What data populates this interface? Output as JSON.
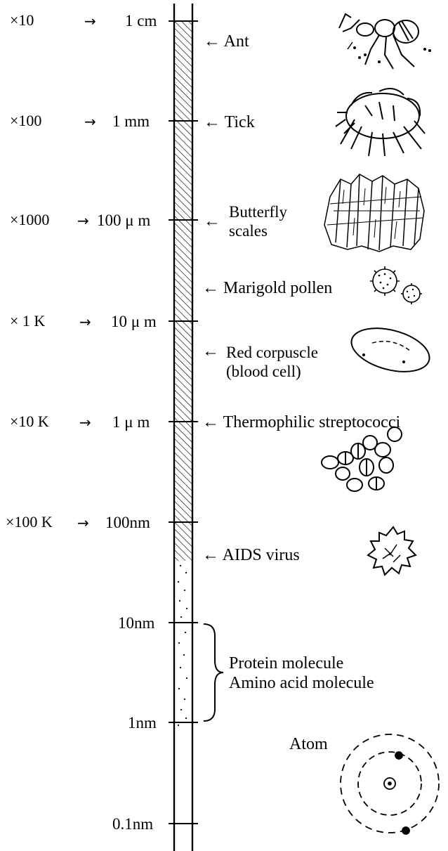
{
  "rows": [
    {
      "mag": "×10",
      "arrow": "→",
      "size": "1 cm"
    },
    {
      "mag": "×100",
      "arrow": "→",
      "size": "1 mm"
    },
    {
      "mag": "×1000",
      "arrow": "→",
      "size": "100 μ m"
    },
    {
      "mag": "× 1 K",
      "arrow": "→",
      "size": "10 μ m"
    },
    {
      "mag": "×10 K",
      "arrow": "→",
      "size": "1  μ m"
    },
    {
      "mag": "×100 K",
      "arrow": "→",
      "size": "100nm"
    }
  ],
  "lower_sizes": [
    "10nm",
    "1nm",
    "0.1nm"
  ],
  "organisms": {
    "ant": "← Ant",
    "tick": "← Tick",
    "butterfly_line1": "Butterfly",
    "butterfly_line2": "scales",
    "marigold": "← Marigold pollen",
    "red_line1": "Red corpuscle",
    "red_line2": "(blood cell)",
    "strep": "← Thermophilic streptococci",
    "aids": "← AIDS virus",
    "protein_line1": "Protein molecule",
    "protein_line2": "Amino acid molecule",
    "atom": "Atom"
  },
  "illustrations": [
    "ant-illustration",
    "tick-illustration",
    "butterfly-scales-illustration",
    "pollen-illustration",
    "red-blood-cell-illustration",
    "streptococci-illustration",
    "aids-virus-illustration",
    "atom-illustration"
  ]
}
